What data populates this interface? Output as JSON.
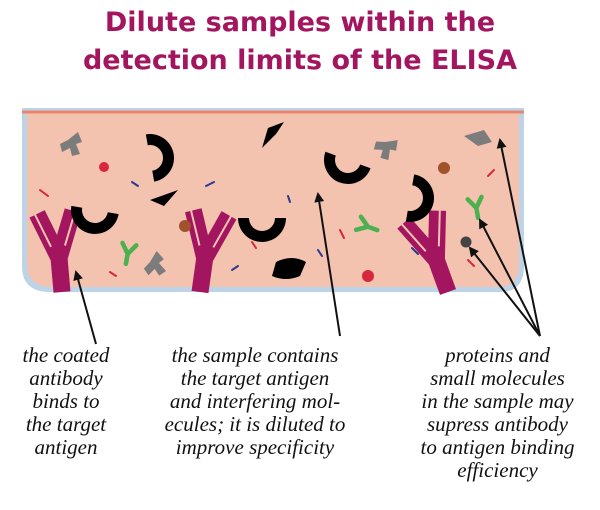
{
  "title": {
    "lines": [
      "Dilute samples within the",
      "detection limits of the ELISA"
    ]
  },
  "captions": {
    "coated_antibody": {
      "lines": [
        "the coated",
        "antibody",
        "binds to",
        "the target",
        "antigen"
      ]
    },
    "sample": {
      "lines": [
        "the sample contains",
        "the target antigen",
        "and interfering mol-",
        "ecules; it is diluted to",
        "improve specificity"
      ]
    },
    "interference": {
      "lines": [
        "proteins and",
        "small molecules",
        "in the sample may",
        "supress antibody",
        "to antigen binding",
        "efficiency"
      ]
    }
  },
  "colors": {
    "title": "#a3155f",
    "well_fill": "#f3c3b0",
    "well_border": "#bcd3e8",
    "surface_line": "#e8856b",
    "capture_antibody": "#a3155f",
    "antigen": "#000000",
    "interfering_protein": "#7c7c7c",
    "green_antibody": "#4caf50",
    "red_molecule": "#d7263d",
    "brown_molecule": "#a0522d"
  },
  "icons": [
    "capture-antibody-icon",
    "antigen-icon",
    "interfering-protein-icon",
    "green-antibody-icon",
    "molecule-dot-icon",
    "arrow-icon"
  ]
}
